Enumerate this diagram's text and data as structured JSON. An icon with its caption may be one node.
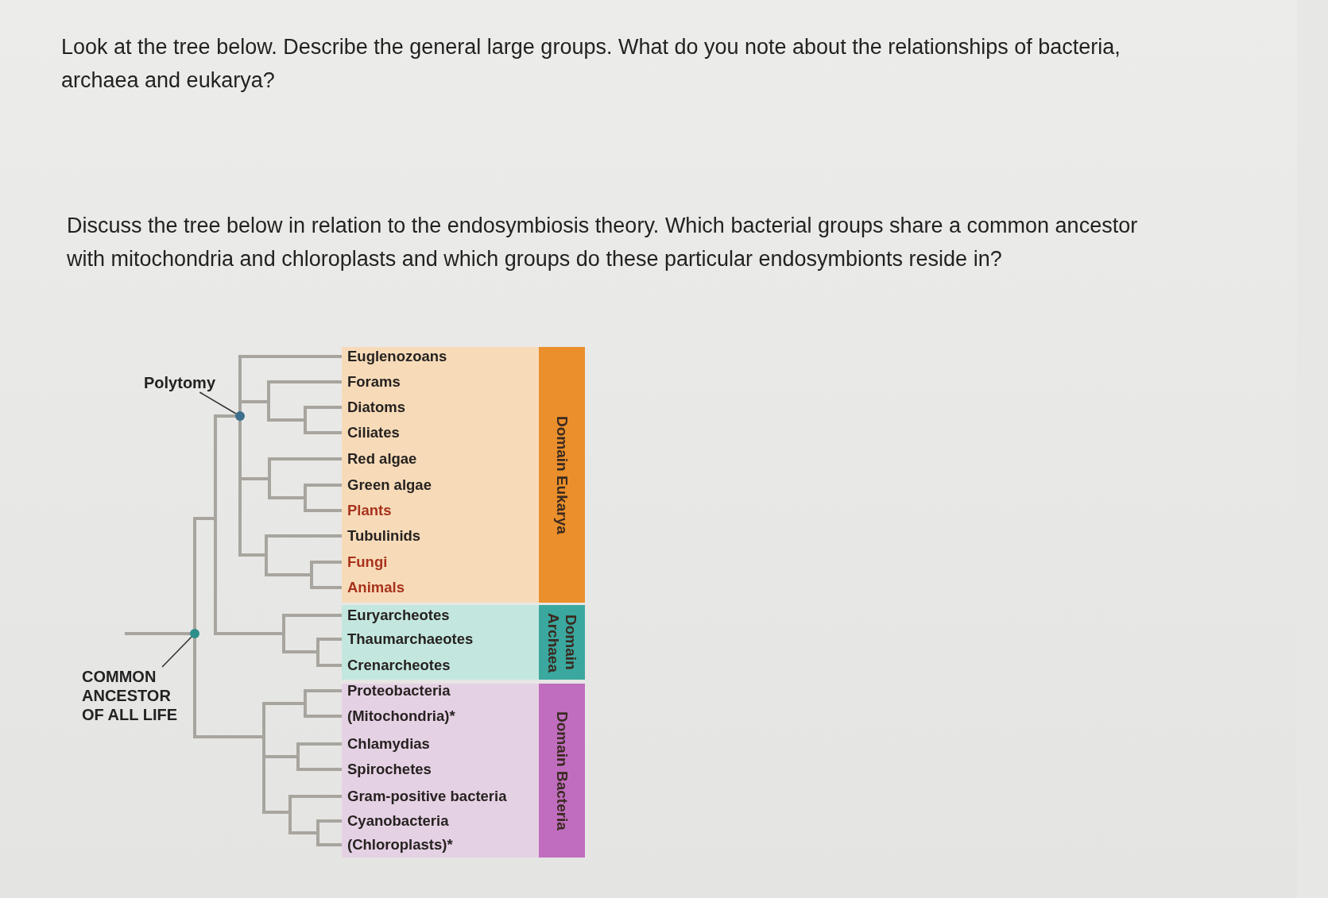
{
  "diagram": {
    "nodes": [
      {
        "text": [
          "Polytomy"
        ]
      },
      {
        "text": [],
        "shape": "circle"
      },
      {
        "text": [
          "Domain Eukarya"
        ]
      },
      {
        "text": [
          "Euglenozoans"
        ],
        "in": 2
      },
      {
        "text": [
          "Forams"
        ],
        "in": 2
      },
      {
        "text": [
          "Diatoms"
        ],
        "in": 2
      },
      {
        "text": [
          "Ciliates"
        ],
        "in": 2
      },
      {
        "text": [
          "Red algae"
        ],
        "in": 2
      },
      {
        "text": [
          "Green algae"
        ],
        "in": 2
      },
      {
        "text": [
          "Plants"
        ],
        "in": 2
      },
      {
        "text": [
          "Tubulinids"
        ],
        "in": 2
      },
      {
        "text": [
          "Fungi"
        ],
        "in": 2
      },
      {
        "text": [
          "Animals"
        ],
        "in": 2
      },
      {
        "text": [
          "Domain Archaea"
        ]
      },
      {
        "text": [
          "Euryarcheotes"
        ],
        "in": 13
      },
      {
        "text": [
          "Thaumarchaeotes"
        ],
        "in": 13
      },
      {
        "text": [
          "Crenarcheotes"
        ],
        "in": 13
      },
      {
        "text": [
          "Domain Bacteria"
        ]
      },
      {
        "text": [
          "Proteobacteria"
        ],
        "in": 17
      },
      {
        "text": [
          "(Mitochondria)*"
        ],
        "in": 17
      },
      {
        "text": [
          "Chlamydias"
        ],
        "in": 17
      },
      {
        "text": [
          "Spirochetes"
        ],
        "in": 17
      },
      {
        "text": [
          "Gram-positive bacteria"
        ],
        "in": 17
      },
      {
        "text": [
          "Cyanobacteria"
        ],
        "in": 17
      },
      {
        "text": [
          "(Chloroplasts)*"
        ],
        "in": 17
      },
      {
        "text": [
          "COMMON ANCESTOR OF ALL LIFE"
        ]
      },
      {
        "text": [],
        "shape": "circle"
      }
    ],
    "edges": [
      {
        "from": 0,
        "to": 1,
        "arrow": "none"
      },
      {
        "from": 25,
        "to": 26,
        "arrow": "none"
      }
    ],
    "labels": [
      "Look at the tree below. Describe the general large groups. What do you note about the relationships of bacteria, archaea and eukarya?",
      "Discuss the tree below in relation to the endosymbiosis theory. Which bacterial groups share a common ancestor with mitochondria and chloroplasts and which groups do these particular endosymbionts reside in?"
    ]
  }
}
